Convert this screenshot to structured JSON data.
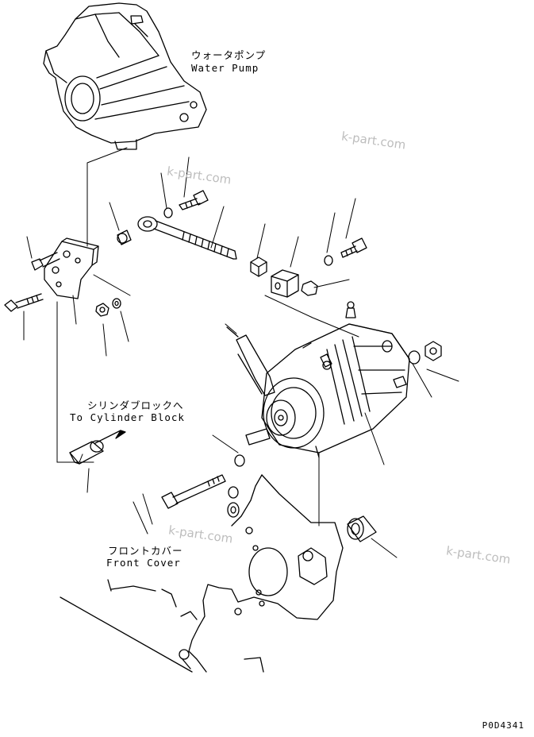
{
  "labels": {
    "water_pump_jp": "ウォータポンプ",
    "water_pump_en": "Water Pump",
    "cylinder_block_jp": "シリンダブロックへ",
    "cylinder_block_en": "To Cylinder Block",
    "front_cover_jp": "フロントカバー",
    "front_cover_en": "Front Cover"
  },
  "watermark": "k-part.com",
  "drawing_code": "P0D4341",
  "colors": {
    "line": "#000000",
    "watermark": "#bdbdbd",
    "background": "#ffffff"
  }
}
